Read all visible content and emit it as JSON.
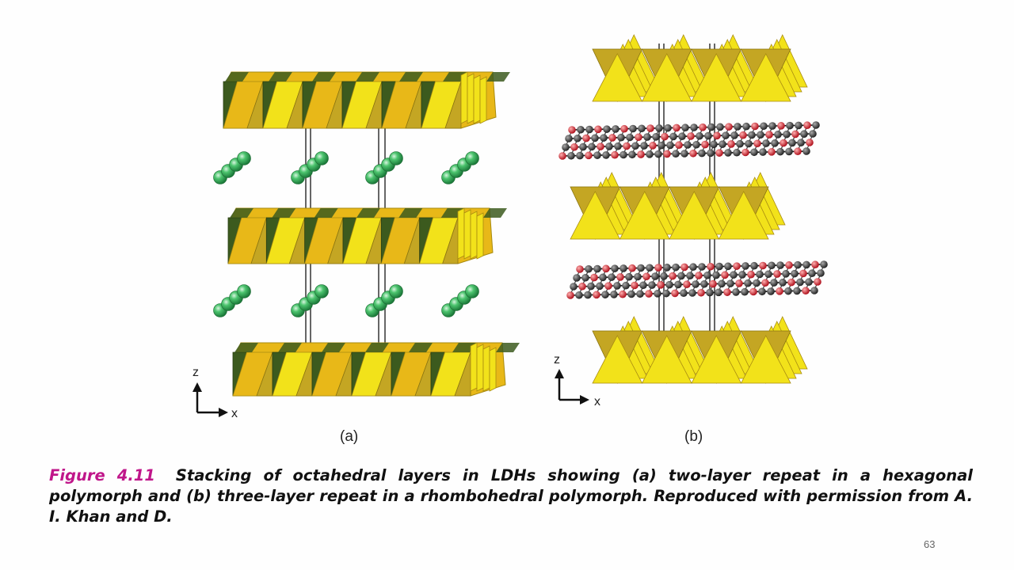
{
  "figure": {
    "panels": [
      {
        "label": "(a)",
        "axes": {
          "z": "z",
          "x": "x"
        }
      },
      {
        "label": "(b)",
        "axes": {
          "z": "z",
          "x": "x"
        }
      }
    ]
  },
  "caption": {
    "figure_label": "Figure 4.11",
    "text": "Stacking of octahedral layers in LDHs showing (a) two-layer repeat in a hexagonal polymorph and (b) three-layer repeat in a rhombohedral polymorph. Reproduced with permission from A. I. Khan and D."
  },
  "page_number": "63",
  "colors": {
    "octahedron_yellow": "#f2e21a",
    "octahedron_gold": "#e8b818",
    "octahedron_olive": "#c4a623",
    "octahedron_dark": "#3c5a1e",
    "anion_green": "#34b55a",
    "carbon_black": "#333333",
    "oxygen_red": "#d81e2a",
    "accent_magenta": "#c0168a"
  }
}
